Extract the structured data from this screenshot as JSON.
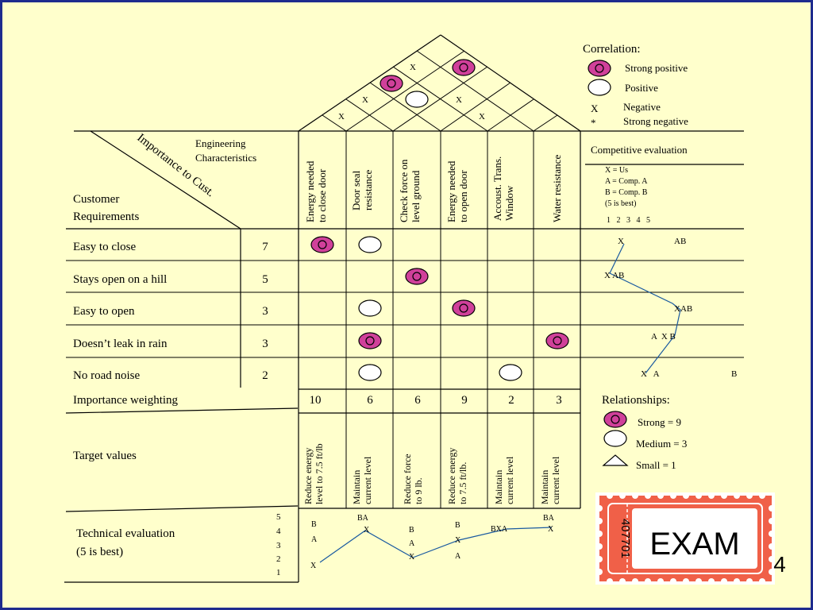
{
  "correlation_legend": {
    "title": "Correlation:",
    "strong_positive": "Strong positive",
    "positive": "Positive",
    "negative_symbol": "X",
    "negative": "Negative",
    "strong_negative_symbol": "*",
    "strong_negative": "Strong negative"
  },
  "header": {
    "engineering_characteristics": [
      "Engineering",
      "Characteristics"
    ],
    "importance_to_cust": "Importance to Cust.",
    "customer_requirements": [
      "Customer",
      "Requirements"
    ]
  },
  "characteristics": [
    [
      "Energy needed",
      "to close door"
    ],
    [
      "Door seal",
      "resistance"
    ],
    [
      "Check force on",
      "level ground"
    ],
    [
      "Energy needed",
      "to open door"
    ],
    [
      "Accoust. Trans.",
      "Window"
    ],
    [
      "Water resistance"
    ]
  ],
  "roof_correlations": [
    "X",
    "X",
    "X",
    "X",
    "X"
  ],
  "requirements": [
    {
      "name": "Easy to close",
      "importance": "7",
      "relations": [
        "strong",
        "medium",
        "",
        "",
        "",
        ""
      ]
    },
    {
      "name": "Stays open on a hill",
      "importance": "5",
      "relations": [
        "",
        "",
        "strong",
        "",
        "",
        ""
      ]
    },
    {
      "name": "Easy to open",
      "importance": "3",
      "relations": [
        "",
        "medium",
        "",
        "strong",
        "",
        ""
      ]
    },
    {
      "name": "Doesn’t leak in rain",
      "importance": "3",
      "relations": [
        "",
        "strong",
        "",
        "",
        "",
        "strong"
      ]
    },
    {
      "name": "No road noise",
      "importance": "2",
      "relations": [
        "",
        "medium",
        "",
        "",
        "medium",
        ""
      ]
    }
  ],
  "importance_weighting": {
    "label": "Importance weighting",
    "values": [
      "10",
      "6",
      "6",
      "9",
      "2",
      "3"
    ]
  },
  "target_values": {
    "label": "Target values",
    "values": [
      [
        "Reduce energy",
        "level to 7.5 ft/lb"
      ],
      [
        "Maintain",
        "current level"
      ],
      [
        "Reduce force",
        "to 9 lb."
      ],
      [
        "Reduce energy",
        "to 7.5 ft/lb."
      ],
      [
        "Maintain",
        "current level"
      ],
      [
        "Maintain",
        "current level"
      ]
    ]
  },
  "technical_evaluation": {
    "label": [
      "Technical evaluation",
      "(5 is best)"
    ],
    "scale": [
      "5",
      "4",
      "3",
      "2",
      "1"
    ],
    "marks": [
      "B",
      "A",
      "X",
      "BA",
      "X",
      "B",
      "A",
      "X",
      "B",
      "X",
      "A",
      "BXA",
      "BA",
      "X"
    ]
  },
  "competitive_evaluation": {
    "title": "Competitive evaluation",
    "legend": [
      "X = Us",
      "A = Comp. A",
      "B = Comp. B",
      "(5 is best)"
    ],
    "scale": "1   2   3   4   5",
    "row_marks": [
      "X",
      "AB",
      "X AB",
      "XAB",
      "A  X B",
      "X   A",
      "B"
    ]
  },
  "relationships_legend": {
    "title": "Relationships:",
    "strong": "Strong = 9",
    "medium": "Medium = 3",
    "small": "Small = 1"
  },
  "badge": {
    "ticket_number": "407701",
    "word": "EXAM",
    "page_number": "4"
  },
  "colors": {
    "frame": "#1e2b8e",
    "background": "#ffffcc",
    "symbol_fill": "#d0409a",
    "ticket": "#f06048",
    "trend_line": "#1a5aa0"
  }
}
